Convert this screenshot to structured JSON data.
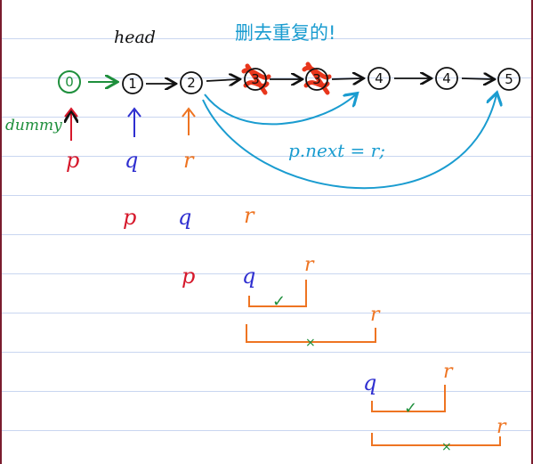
{
  "labels": {
    "head": "head",
    "delete_note": "删去重复的!",
    "dummy": "dummy",
    "assignment": "p.next = r;"
  },
  "nodes": [
    "0",
    "1",
    "2",
    "3",
    "3",
    "4",
    "4",
    "5"
  ],
  "pointer_rows": [
    [
      "p",
      "q",
      "r"
    ],
    [
      "p",
      "q",
      "r"
    ],
    [
      "p",
      "q",
      "r"
    ],
    [
      "q",
      "r"
    ]
  ],
  "compare_rows": [
    [
      "q",
      "r"
    ],
    [
      "r"
    ],
    [
      "q",
      "r"
    ],
    [
      "r"
    ]
  ],
  "marks": {
    "ok": "✓",
    "bad": "×"
  },
  "colors": {
    "green": "#1e8f3c",
    "black": "#111111",
    "blue": "#2f2fd0",
    "red": "#d6182b",
    "orange": "#ee7422",
    "cyan": "#1a9cd0",
    "scribble": "#e8361c"
  }
}
